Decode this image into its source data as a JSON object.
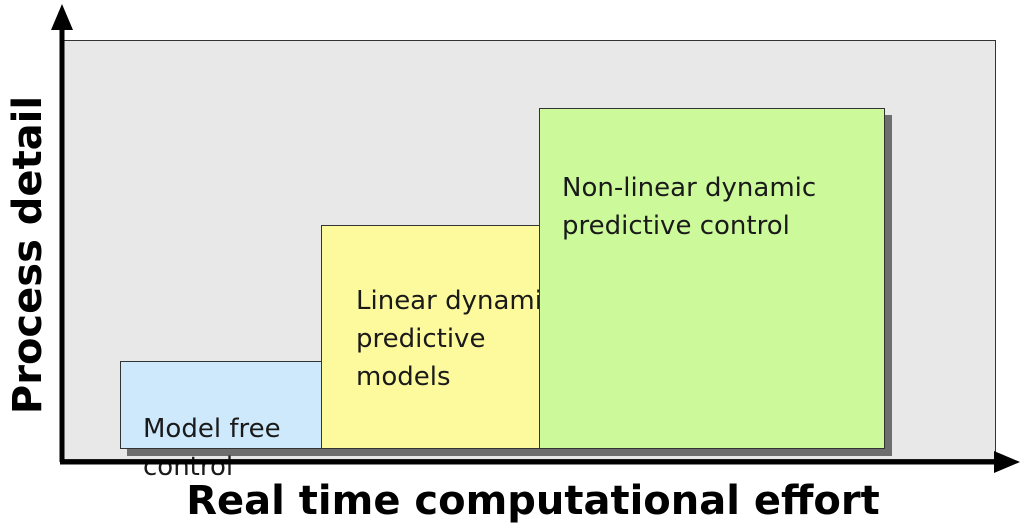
{
  "diagram": {
    "y_axis_label": "Process detail",
    "x_axis_label": "Real time computational effort",
    "plot_background": "#e8e8e8",
    "boxes": [
      {
        "label": "Model free\ncontrol",
        "color": "#cde9fb"
      },
      {
        "label": "Linear dynamic\npredictive\nmodels",
        "color": "#fcfa9c"
      },
      {
        "label": "Non-linear dynamic\npredictive control",
        "color": "#ccfa9a"
      }
    ]
  }
}
